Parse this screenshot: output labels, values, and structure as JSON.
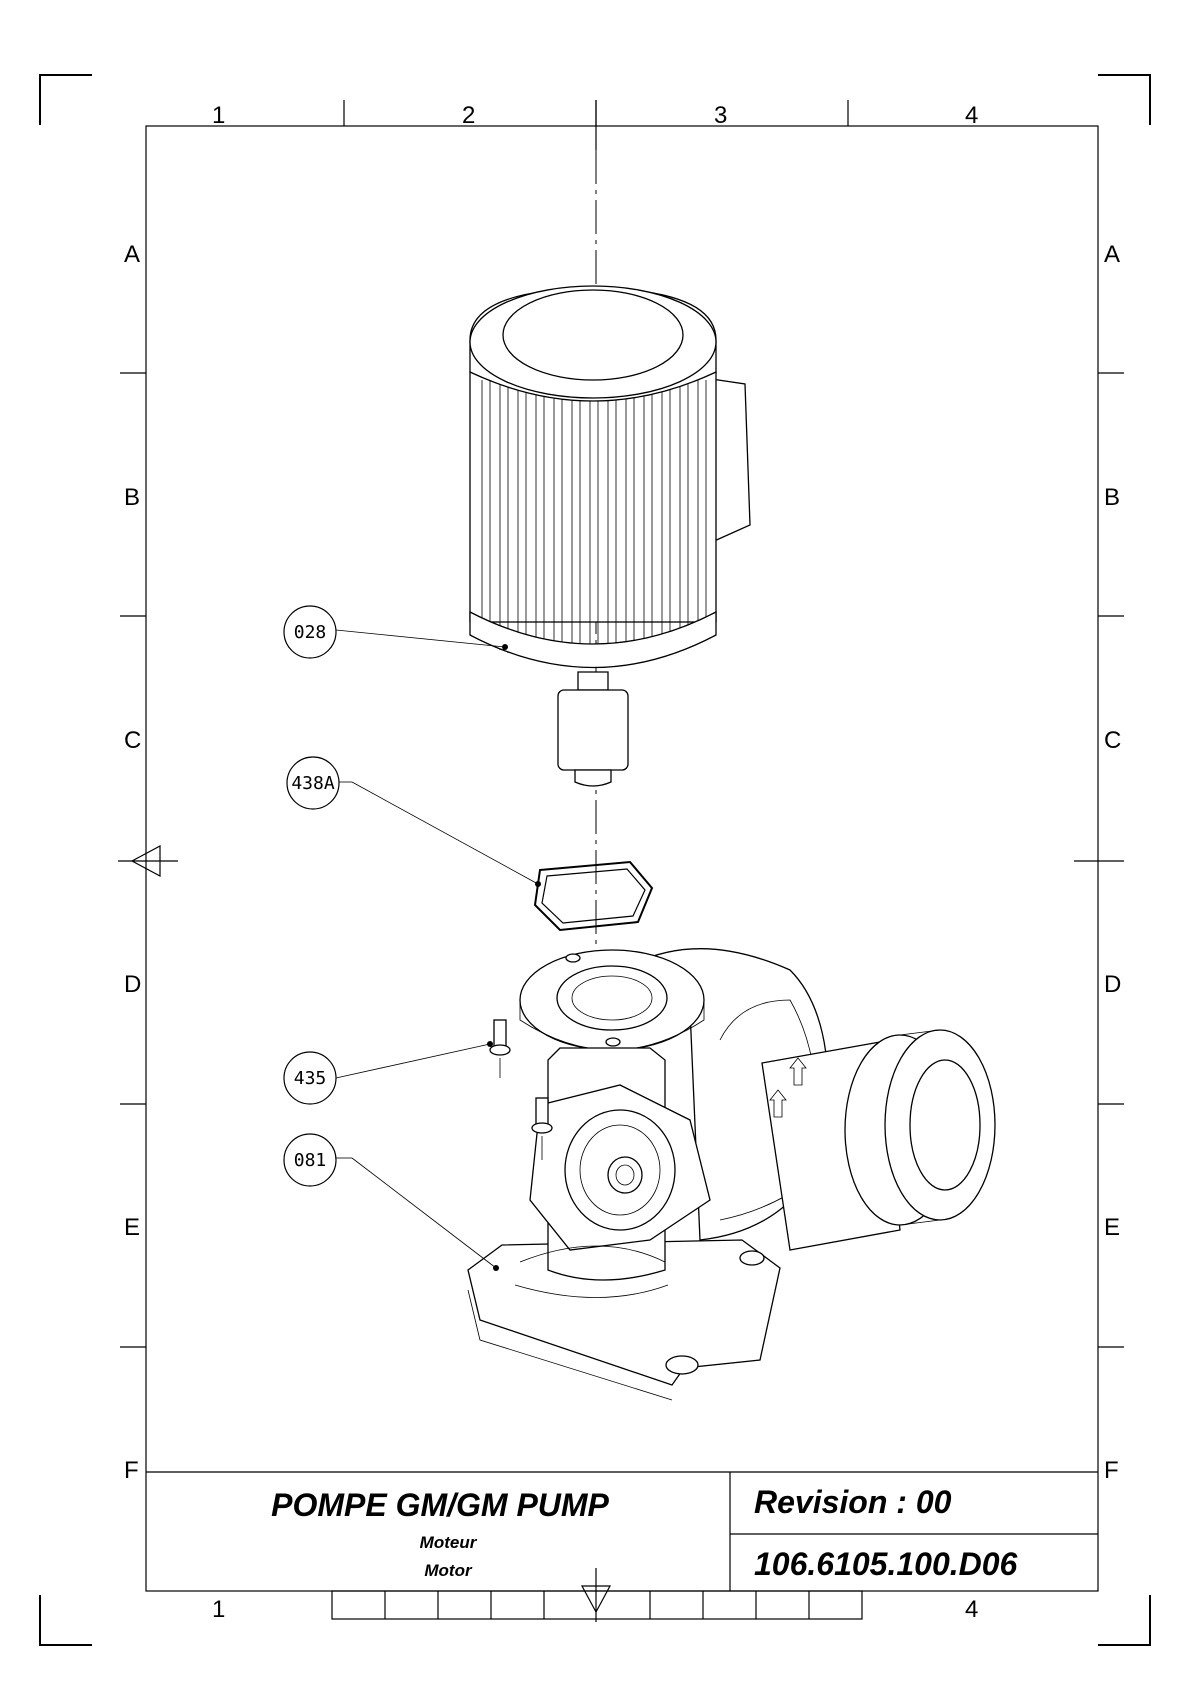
{
  "grid": {
    "columns_top": [
      "1",
      "2",
      "3",
      "4"
    ],
    "columns_bottom": [
      "1",
      "4"
    ],
    "rows_left": [
      "A",
      "B",
      "C",
      "D",
      "E",
      "F"
    ],
    "rows_right": [
      "A",
      "B",
      "C",
      "D",
      "E",
      "F"
    ]
  },
  "callouts": [
    {
      "id": "028"
    },
    {
      "id": "438A"
    },
    {
      "id": "435"
    },
    {
      "id": "081"
    }
  ],
  "title_block": {
    "title": "POMPE GM/GM PUMP",
    "subtitle_fr": "Moteur",
    "subtitle_en": "Motor",
    "revision": "Revision : 00",
    "drawing_number": "106.6105.100.D06"
  }
}
